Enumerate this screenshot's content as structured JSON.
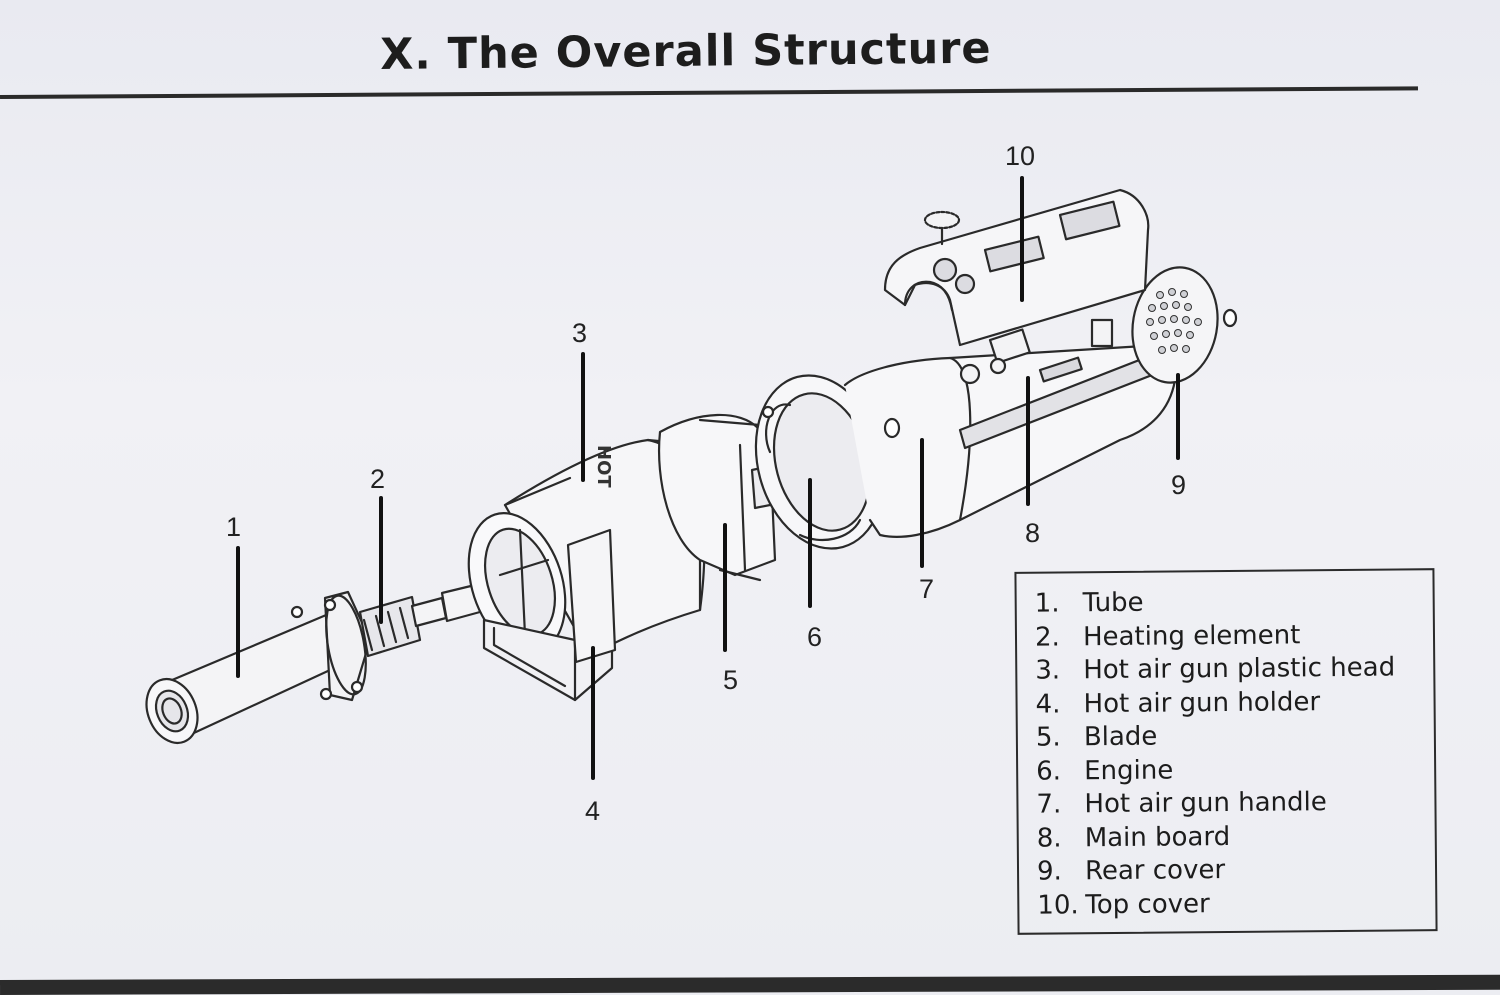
{
  "title": "X. The Overall Structure",
  "callouts": {
    "c1": "1",
    "c2": "2",
    "c3": "3",
    "c4": "4",
    "c5": "5",
    "c6": "6",
    "c7": "7",
    "c8": "8",
    "c9": "9",
    "c10": "10"
  },
  "brand_mark": "HOT",
  "legend": [
    {
      "num": "1.",
      "label": "Tube"
    },
    {
      "num": "2.",
      "label": "Heating element"
    },
    {
      "num": "3.",
      "label": "Hot air gun plastic head"
    },
    {
      "num": "4.",
      "label": "Hot air gun holder"
    },
    {
      "num": "5.",
      "label": "Blade"
    },
    {
      "num": "6.",
      "label": "Engine"
    },
    {
      "num": "7.",
      "label": "Hot air gun handle"
    },
    {
      "num": "8.",
      "label": "Main board"
    },
    {
      "num": "9.",
      "label": "Rear cover"
    },
    {
      "num": "10.",
      "label": "Top cover"
    }
  ]
}
